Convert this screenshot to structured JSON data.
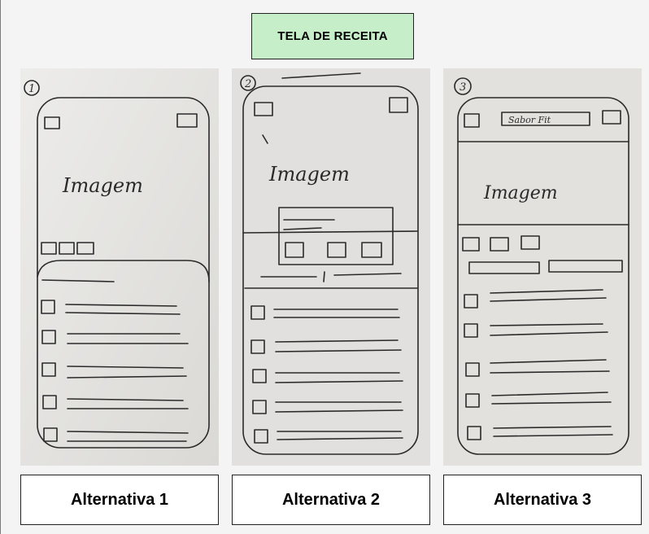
{
  "header": {
    "title": "TELA DE RECEITA"
  },
  "sketches": [
    {
      "number": "1",
      "image_text": "Imagem"
    },
    {
      "number": "2",
      "image_text": "Imagem"
    },
    {
      "number": "3",
      "image_text": "Imagem",
      "top_bar_text": "Sabor Fit"
    }
  ],
  "labels": [
    "Alternativa 1",
    "Alternativa 2",
    "Alternativa 3"
  ],
  "colors": {
    "title_background": "#c6efc9",
    "paper": "#e4e3e0",
    "ink": "#2a2a2a"
  }
}
